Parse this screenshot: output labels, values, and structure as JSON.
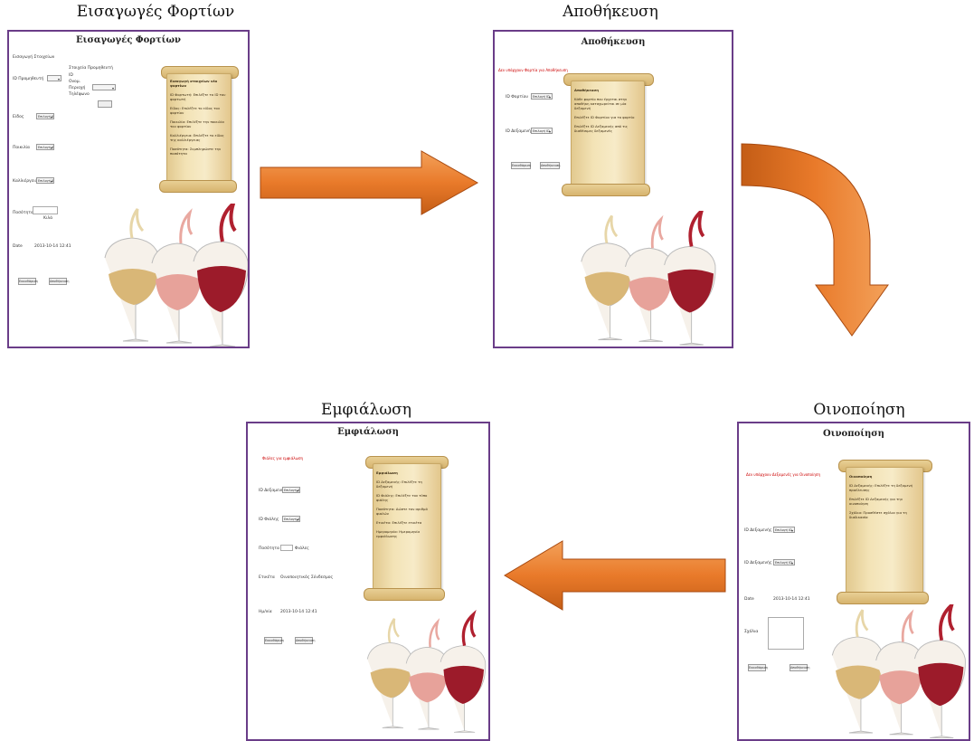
{
  "colors": {
    "arrow": "#e97a2a",
    "frame_border": "#6a3d88",
    "note_red": "#cc0000",
    "parchment": "#f3e3b6"
  },
  "stages": {
    "s1": {
      "title": "Εισαγωγές Φορτίων",
      "frame_title": "Εισαγωγές Φορτίων",
      "section": "Εισαγωγή Στοιχείων",
      "labels": [
        "ID Προμηθευτή",
        "Είδος",
        "Ποικιλία",
        "Καλλιέργεια",
        "Ποσότητα",
        "Date"
      ],
      "date_value": "2013-10-14 12:41",
      "qty_unit": "Κιλά",
      "details_title": "Στοιχεία Προμηθευτή",
      "details": [
        "ID",
        "Ονομ.",
        "Περιοχή",
        "Τηλέφωνο"
      ],
      "buttons": [
        "Εκκαθάριση",
        "Αποθήκευση"
      ],
      "scroll_title": "Εισαγωγή στοιχείων νέο φορτίων",
      "scroll_items": [
        "ID Φορτωτή: Επιλέξτε το ID του φορτωτή",
        "Είδος: Επιλέξτε το είδος του φορτίου",
        "Ποικιλία: Επιλέξτε την ποικιλία του φορτίου",
        "Καλλιέργεια: Επιλέξτε το είδος της καλλιέργειας",
        "Ποσότητα: Συμπληρώστε την ποσότητα"
      ]
    },
    "s2": {
      "title": "Αποθήκευση",
      "frame_title": "Αποθήκευση",
      "red_note": "Δεν υπάρχουν Φορτία για Αποθήκευση",
      "labels": [
        "ID Φορτίου",
        "ID Δεξαμενής"
      ],
      "buttons": [
        "Εκκαθάριση",
        "Αποθήκευση"
      ],
      "scroll_title": "Αποθήκευση",
      "scroll_items": [
        "Κάθε φορτίο που έρχεται στην αποθήκη καταχωρείται σε μία δεξαμενή",
        "Επιλέξτε ID Φορτίου για το φορτίο",
        "Επιλέξτε ID Δεξαμενής από τις διαθέσιμες δεξαμενές"
      ]
    },
    "s3": {
      "title": "Οινοποίηση",
      "frame_title": "Οινοποίηση",
      "red_note": "Δεν υπάρχουν Δεξαμενές για Οινοποίηση",
      "labels": [
        "ID Δεξαμενής",
        "ID Δεξαμενής",
        "Date",
        "Σχόλια"
      ],
      "date_value": "2013-10-14 12:41",
      "buttons": [
        "Εκκαθάριση",
        "Αποθήκευση"
      ],
      "scroll_title": "Οινοποίηση",
      "scroll_items": [
        "ID Δεξαμενής: Επιλέξτε τη δεξαμενή προέλευσης",
        "Επιλέξτε ID Δεξαμενής για την οινοποίηση",
        "Σχόλια: Προσθέστε σχόλια για τη διαδικασία"
      ]
    },
    "s4": {
      "title": "Εμφιάλωση",
      "frame_title": "Εμφιάλωση",
      "red_note": "Φιάλες για εμφιάλωση",
      "labels": [
        "ID Δεξαμενής",
        "ID Φιάλης",
        "Ποσότητα",
        "Ετικέτα",
        "Ημ/νία"
      ],
      "qty_unit": "Φιάλες",
      "label_value": "Οινοποιητικός Σύνδεσμος",
      "date_value": "2013-10-14 12:41",
      "buttons": [
        "Εκκαθάριση",
        "Αποθήκευση"
      ],
      "scroll_title": "Εμφιάλωση",
      "scroll_items": [
        "ID Δεξαμενής: Επιλέξτε τη δεξαμενή",
        "ID Φιάλης: Επιλέξτε τον τύπο φιάλης",
        "Ποσότητα: Δώστε τον αριθμό φιαλών",
        "Ετικέτα: Επιλέξτε ετικέτα",
        "Ημερομηνία: Ημερομηνία εμφιάλωσης"
      ]
    }
  },
  "select_default": "Επιλογή ID"
}
